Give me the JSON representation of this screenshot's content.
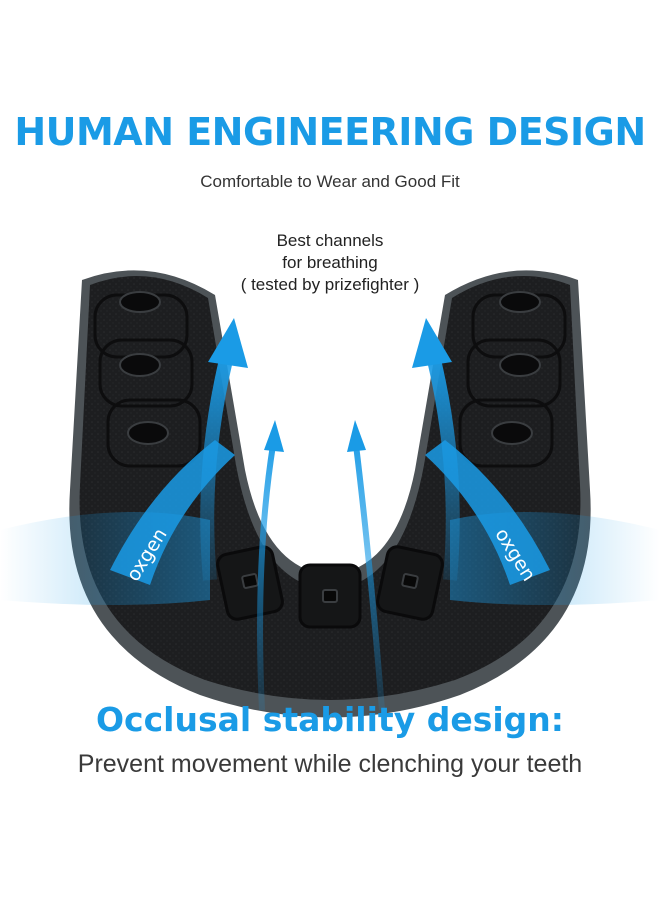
{
  "header": {
    "title": "HUMAN ENGINEERING DESIGN",
    "subtitle": "Comfortable to Wear and Good Fit"
  },
  "callout": {
    "line1": "Best channels",
    "line2": "for breathing",
    "line3": "( tested by prizefighter )"
  },
  "illustration": {
    "left_label": "oxgen",
    "right_label": "oxgen"
  },
  "footer": {
    "title": "Occlusal stability design:",
    "subtitle": "Prevent movement while clenching your teeth"
  },
  "colors": {
    "accent_blue": "#1a9be6",
    "guard_black": "#1c1d1f",
    "guard_gray": "#5a6064"
  }
}
